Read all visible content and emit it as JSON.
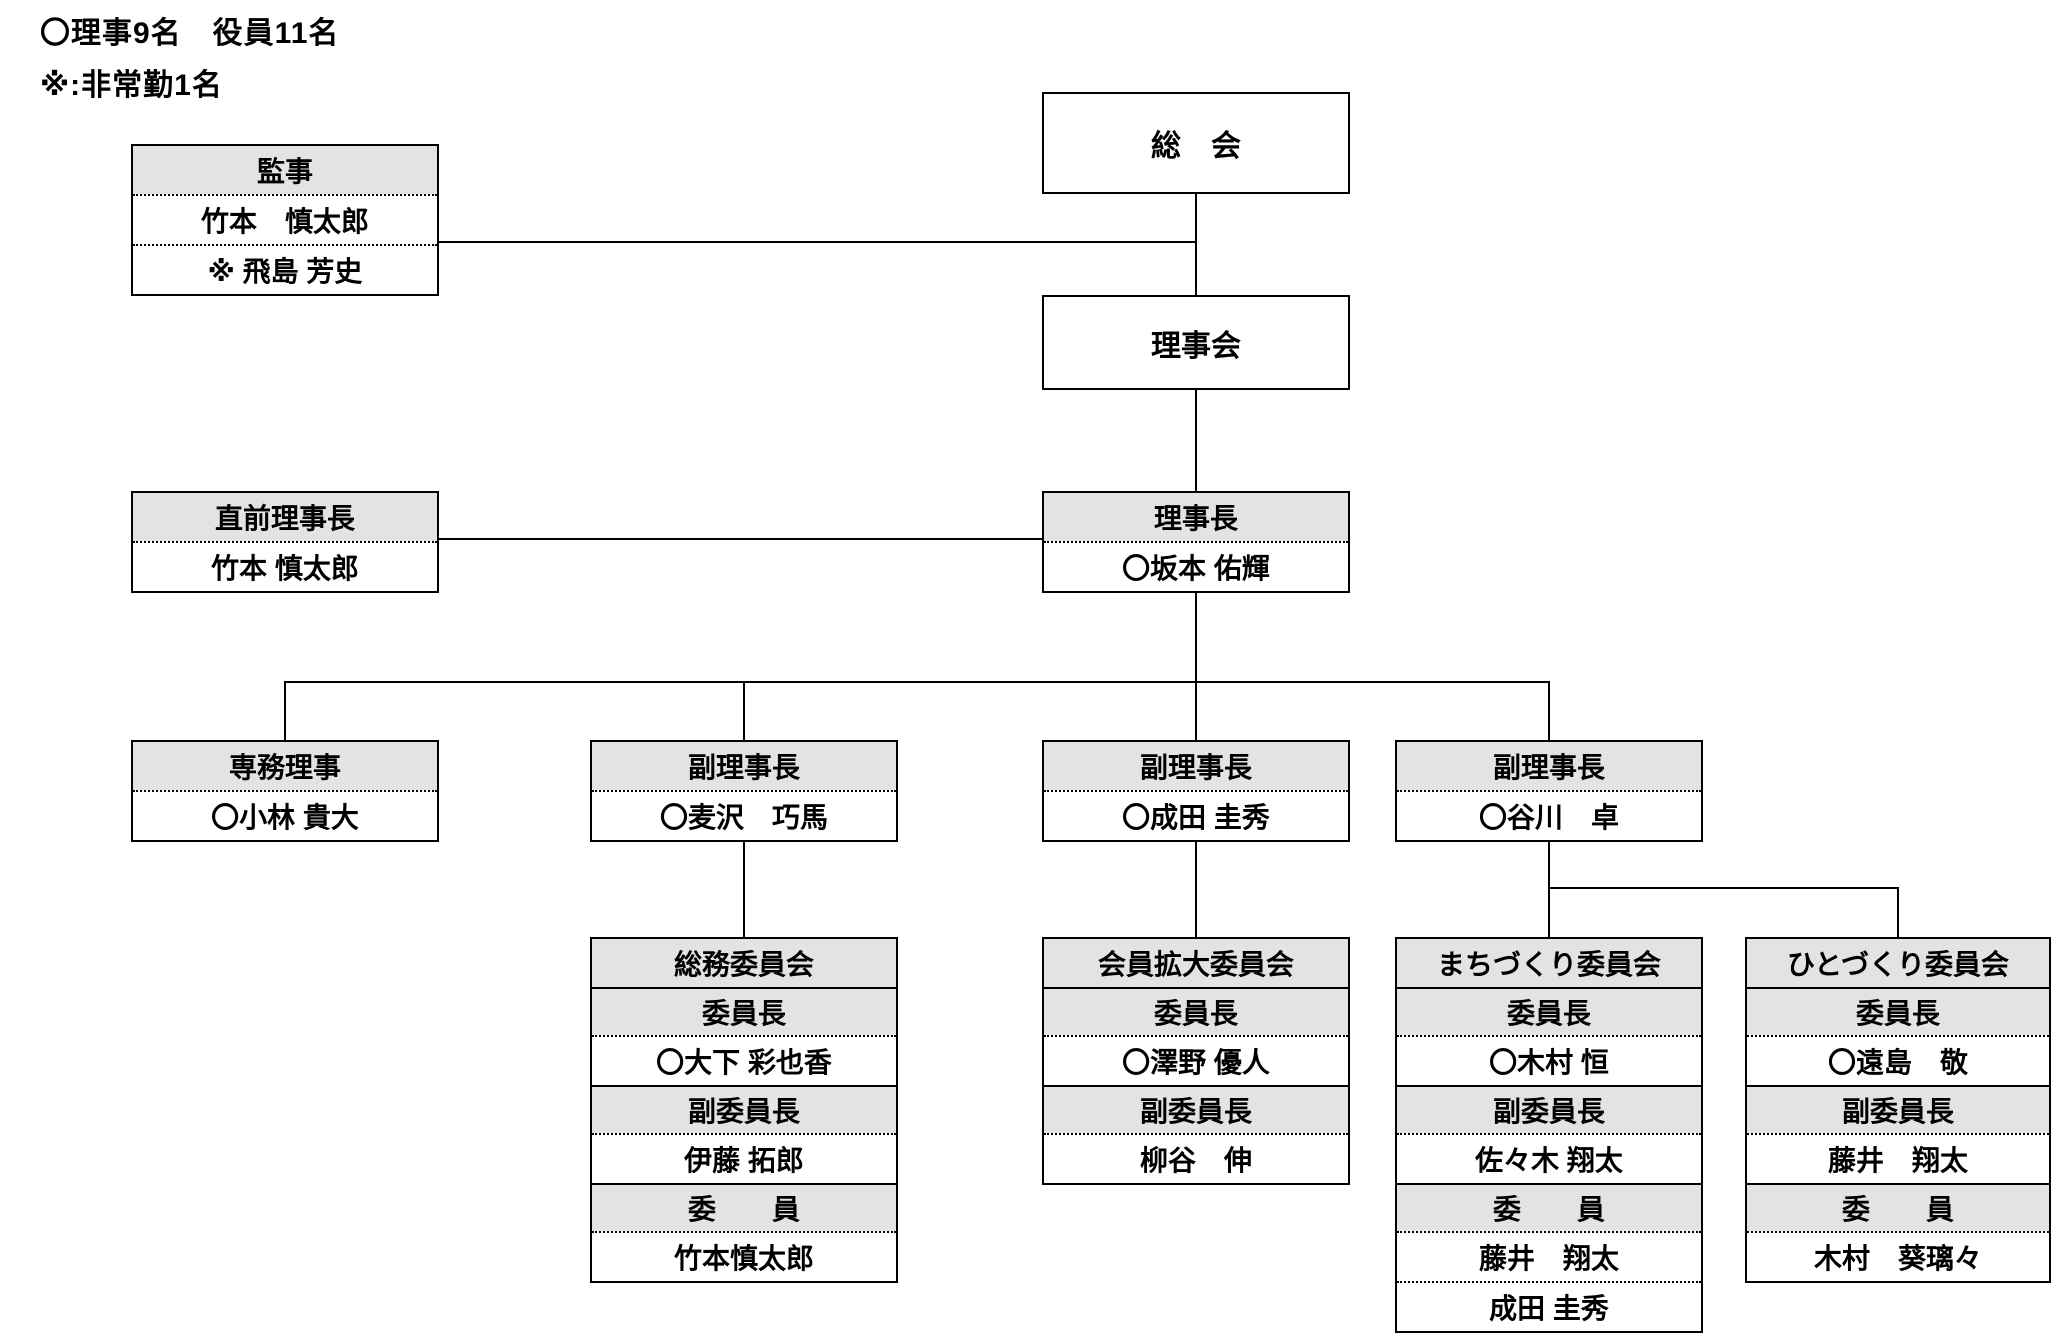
{
  "notes": {
    "line1": "〇理事9名　役員11名",
    "line2": "※:非常勤1名"
  },
  "colors": {
    "header_bg": "#e3e3e3",
    "line": "#000000",
    "background": "#ffffff"
  },
  "boxes": {
    "soukai": {
      "title": "総　会"
    },
    "rijikai": {
      "title": "理事会"
    },
    "kanji": {
      "rows": [
        "監事",
        "竹本　慎太郎",
        "※ 飛島 芳史"
      ]
    },
    "chokuzen_rijicho": {
      "rows": [
        "直前理事長",
        "竹本 慎太郎"
      ]
    },
    "rijicho": {
      "rows": [
        "理事長",
        "〇坂本 佑輝"
      ]
    },
    "senmu_riji": {
      "rows": [
        "専務理事",
        "〇小林 貴大"
      ]
    },
    "fuku_rijicho_1": {
      "rows": [
        "副理事長",
        "〇麦沢　巧馬"
      ]
    },
    "fuku_rijicho_2": {
      "rows": [
        "副理事長",
        "〇成田 圭秀"
      ]
    },
    "fuku_rijicho_3": {
      "rows": [
        "副理事長",
        "〇谷川　卓"
      ]
    },
    "soumu_iinkai": {
      "rows": [
        "総務委員会",
        "委員長",
        "〇大下 彩也香",
        "副委員長",
        "伊藤 拓郎",
        "委　　員",
        "竹本慎太郎"
      ]
    },
    "kaiin_kakudai_iinkai": {
      "rows": [
        "会員拡大委員会",
        "委員長",
        "〇澤野 優人",
        "副委員長",
        "柳谷　伸"
      ]
    },
    "machizukuri_iinkai": {
      "rows": [
        "まちづくり委員会",
        "委員長",
        "〇木村 恒",
        "副委員長",
        "佐々木 翔太",
        "委　　員",
        "藤井　翔太",
        "成田 圭秀"
      ]
    },
    "hitozukuri_iinkai": {
      "rows": [
        "ひとづくり委員会",
        "委員長",
        "〇遠島　敬",
        "副委員長",
        "藤井　翔太",
        "委　　員",
        "木村　葵璃々"
      ]
    }
  }
}
